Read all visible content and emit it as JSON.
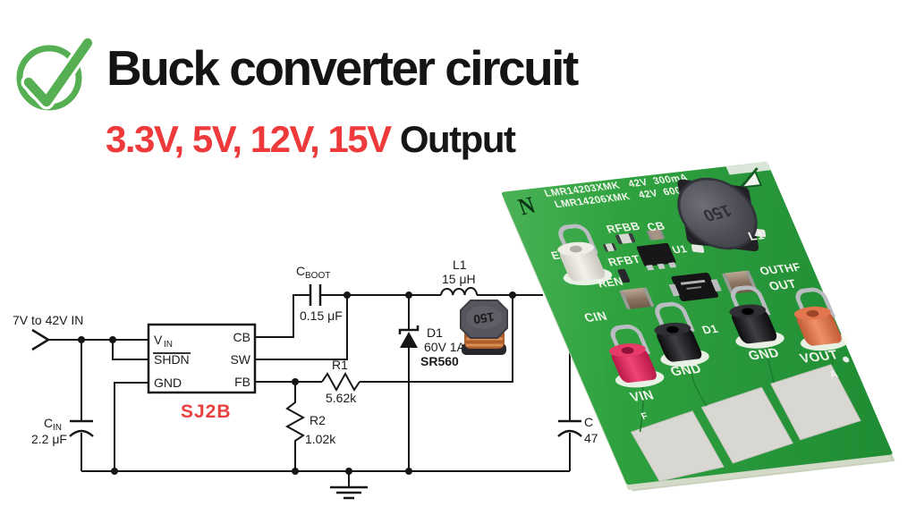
{
  "header": {
    "title": "Buck converter circuit",
    "subtitle_voltages": "3.3V, 5V, 12V, 15V",
    "subtitle_suffix": " Output",
    "accent_red": "#ee3a3a",
    "check_green": "#56af53"
  },
  "schematic": {
    "input_label": "7V to 42V IN",
    "ic_name": "SJ2B",
    "pins": {
      "vin_main": "V",
      "vin_sub": "IN",
      "shdn": "SHDN",
      "gnd": "GND",
      "cb": "CB",
      "sw": "SW",
      "fb": "FB"
    },
    "cin": {
      "main": "C",
      "sub": "IN",
      "value": "2.2 μF"
    },
    "cboot": {
      "main": "C",
      "sub": "BOOT",
      "value": "0.15 μF"
    },
    "l1": {
      "name": "L1",
      "value": "15 μH"
    },
    "d1": {
      "name": "D1",
      "rating": "60V 1A",
      "part": "SR560"
    },
    "r1": {
      "name": "R1",
      "value": "5.62k"
    },
    "r2": {
      "name": "R2",
      "value": "1.02k"
    },
    "cout": {
      "visible_name": "C",
      "visible_value": "47"
    },
    "photo_inductor_marking": "150"
  },
  "pcb": {
    "logo": "N",
    "silk1": "LMR14203XMK   42V  300mA",
    "silk2": "LMR14206XMK   42V  600mA",
    "inductor_marking": "150",
    "labels": {
      "e": "E",
      "rfbb": "RFBB",
      "cb": "CB",
      "rfbt": "RFBT",
      "u1": "U1",
      "ren": "REN",
      "l1": "L1",
      "cin": "CIN",
      "d1": "D1",
      "outhf": "OUTHF",
      "out": "OUT",
      "gnd1": "GND",
      "gnd2": "GND",
      "vin": "VIN",
      "f": "F",
      "vout": "VOUT",
      "a": "A"
    }
  }
}
